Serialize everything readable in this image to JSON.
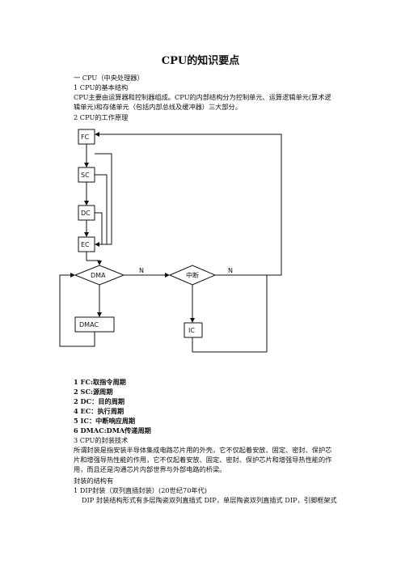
{
  "doc": {
    "title": "CPU的知识要点",
    "section1": "一  CPU（中央处理器）",
    "s1_1": "1 CPU的基本结构",
    "s1_1_body": "CPU主要由运算器和控制器组成。CPU的内部结构分为控制单元、运算逻辑单元(算术逻辑单元)和存储单元（包括内部总线及缓冲器）三大部分。",
    "s1_2": "2 CPU的工作原理"
  },
  "diagram": {
    "nodes": {
      "fc": "FC",
      "sc": "SC",
      "dc": "DC",
      "ec": "EC",
      "dma": "DMA",
      "interrupt": "中断",
      "dmac": "DMAC",
      "ic": "IC"
    },
    "edge_labels": {
      "n1": "N",
      "n2": "N"
    }
  },
  "legend": [
    "1 FC:取指令周期",
    "2 SC:源周期",
    "2 DC：目的周期",
    "4 EC：执行周期",
    "5 IC：中断响应周期",
    "6 DMAC:DMA传递周期"
  ],
  "packaging": {
    "heading": "3 CPU的封装技术",
    "body": "所谓封装是指安装半导体集成电路芯片用的外壳，它不仅起着安放、固定、密封、保护芯片和增强导热性能的作用，它不仅起着安放、固定、密封、保护芯片和增强导热性能的作用，而且还是沟通芯片内部世界与外部电路的桥梁。",
    "structure_heading": "封装的结构有",
    "dip_heading": "1 DIP封装（双列直插封装）(20世纪70年代)",
    "dip_body": "DIP 封装结构形式有多层陶瓷双列直插式 DIP，单层陶瓷双列直插式 DIP，引脚框架式"
  }
}
